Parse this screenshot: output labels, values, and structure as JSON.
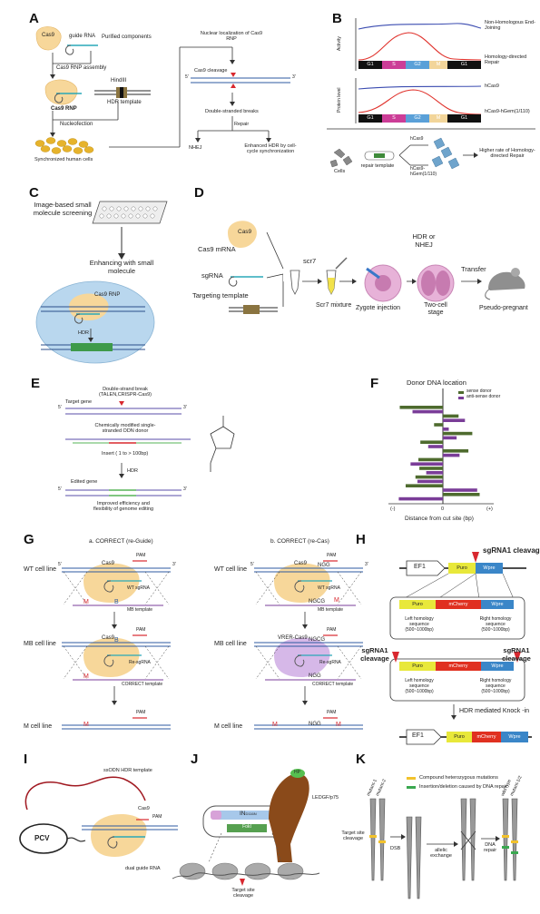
{
  "panels": {
    "A": {
      "label": "A",
      "cas9": "Cas9",
      "guide_rna": "guide RNA",
      "purified": "Purified components",
      "rnp_assembly": "Cas9 RNP assembly",
      "rnp": "Cas9 RNP",
      "hindiii": "HindIII",
      "hdr_template": "HDR template",
      "nucleofection": "Nucleofection",
      "synchronized": "Synchronized human cells",
      "nuclear_loc": "Nuclear localization of Cas9 RNP",
      "cas9_cleavage": "Cas9 cleavage",
      "dsb": "Double-stranded breaks",
      "repair": "Repair",
      "nhej": "NHEJ",
      "enhanced_hdr": "Enhanced HDR by cell-cycle synchronization",
      "end5": "5'",
      "end3": "3'"
    },
    "B": {
      "label": "B",
      "ylabel_top": "Activity",
      "ylabel_bottom": "Protein level",
      "nhej_curve": "Non-Homologous End-Joining",
      "hdr_curve": "Homology-directed Repair",
      "hcas9": "hCas9",
      "hcas9_hgem": "hCas9-hGem(1/110)",
      "phases": [
        "G1",
        "S",
        "G2",
        "M",
        "G1"
      ],
      "cells": "Cells",
      "repair_template": "repair template",
      "higher_rate": "Higher rate of Homology-directed Repair"
    },
    "C": {
      "label": "C",
      "screening": "Image-based small molecule screening",
      "enhancing": "Enhancing with small molecule",
      "rnp": "Cas9 RNP",
      "hdr": "HDR"
    },
    "D": {
      "label": "D",
      "cas9_mrna": "Cas9 mRNA",
      "cas9": "Cas9",
      "sgrna": "sgRNA",
      "targeting": "Targeting template",
      "scr7": "scr7",
      "scr7_mixture": "Scr7 mixture",
      "hdr_or_nhej": "HDR or NHEJ",
      "zygote": "Zygote injection",
      "two_cell": "Two-cell stage",
      "transfer": "Transfer",
      "pseudo": "Pseudo-pregnant"
    },
    "E": {
      "label": "E",
      "target_gene": "Target gene",
      "dsb": "Double-strand break (TALEN,CRISPR-Cas9)",
      "chem_mod": "Chemically modified single-stranded ODN donor",
      "insert": "Insert ( 1 to > 100bp)",
      "hdr": "HDR",
      "edited": "Edited gene",
      "improved": "Improved efficiency and flexibility of genome editing",
      "end5": "5'",
      "end3": "3'"
    },
    "F": {
      "label": "F",
      "title": "Donor DNA location",
      "sense": "sense donor",
      "antisense": "anti-sense donor",
      "xlabel": "Distance from cut site (bp)",
      "minus": "(-)",
      "zero": "0",
      "plus": "(+)"
    },
    "G": {
      "label": "G",
      "col_a": "a. CORRECT (re-Guide)",
      "col_b": "b. CORRECT (re-Cas)",
      "wt": "WT cell line",
      "mb": "MB cell line",
      "m": "M cell line",
      "cas9": "Cas9",
      "vrer": "VRER-Cas9",
      "pam": "PAM",
      "wt_sgrna": "WT sgRNA",
      "re_sgrna": "Re-sgRNA",
      "mb_template": "MB template",
      "correct_template": "CORRECT template",
      "ngg": "NGG",
      "ngcg": "NGCG",
      "m_mark": "M",
      "b_mark": "B",
      "end5": "5'",
      "end3": "3'"
    },
    "H": {
      "label": "H",
      "sgrna1": "sgRNA1 cleavage",
      "ef1": "EF1",
      "puro": "Puro",
      "wpre": "Wpre",
      "mcherry": "mCherry",
      "left_arm": "Left homology sequence (500~1000bp)",
      "right_arm": "Right homology sequence (500~1000bp)",
      "hdr_knockin": "HDR mediated Knock -in"
    },
    "I": {
      "label": "I",
      "ssodn": "ssODN HDR template",
      "pcv": "PCV",
      "cas9": "Cas9",
      "pam": "PAM",
      "dual_guide": "dual guide RNA"
    },
    "J": {
      "label": "J",
      "in": "IN",
      "in_sub": "D116N",
      "fokl": "FokI",
      "ledgf": "LEDGF/p75",
      "hp1": "HP",
      "target_site": "Target site cleavage"
    },
    "K": {
      "label": "K",
      "legend_compound": "Compound heterozygous mutations",
      "legend_indel": "Insertion/deletion caused by DNA repair",
      "mutant1": "mutant-1",
      "mutant2": "mutant-2",
      "wild_type": "wild type",
      "mutant12": "mutant-1/2",
      "target_site": "Target site cleavage",
      "dsb": "DSB",
      "allelic": "allelic exchange",
      "dna_repair": "DNA repair"
    }
  },
  "f_chart_bars": [
    {
      "series": "sense",
      "value": -0.88
    },
    {
      "series": "antisense",
      "value": -0.62
    },
    {
      "series": "sense",
      "value": 0.32
    },
    {
      "series": "antisense",
      "value": 0.45
    },
    {
      "series": "sense",
      "value": -0.18
    },
    {
      "series": "antisense",
      "value": 0.12
    },
    {
      "series": "sense",
      "value": 0.6
    },
    {
      "series": "antisense",
      "value": 0.28
    },
    {
      "series": "sense",
      "value": -0.46
    },
    {
      "series": "antisense",
      "value": -0.3
    },
    {
      "series": "sense",
      "value": 0.52
    },
    {
      "series": "antisense",
      "value": 0.34
    },
    {
      "series": "sense",
      "value": -0.5
    },
    {
      "series": "antisense",
      "value": -0.66
    },
    {
      "series": "sense",
      "value": -0.48
    },
    {
      "series": "antisense",
      "value": -0.34
    },
    {
      "series": "sense",
      "value": -0.56
    },
    {
      "series": "antisense",
      "value": -0.52
    },
    {
      "series": "sense",
      "value": -0.76
    },
    {
      "series": "antisense",
      "value": 0.7
    },
    {
      "series": "sense",
      "value": 0.75
    },
    {
      "series": "antisense",
      "value": -0.9
    }
  ],
  "colors": {
    "cas9": "#f7d79a",
    "green_bar": "#4e6b2e",
    "purple_bar": "#7a3d98",
    "red": "#d8282f",
    "blue": "#2c5aa0",
    "puro": "#e8e83a",
    "mcherry": "#e03020",
    "wpre": "#3a86c8",
    "phase_s": "#cc3d97",
    "phase_g2": "#5aa0d8",
    "phase_m": "#f2d59a"
  }
}
